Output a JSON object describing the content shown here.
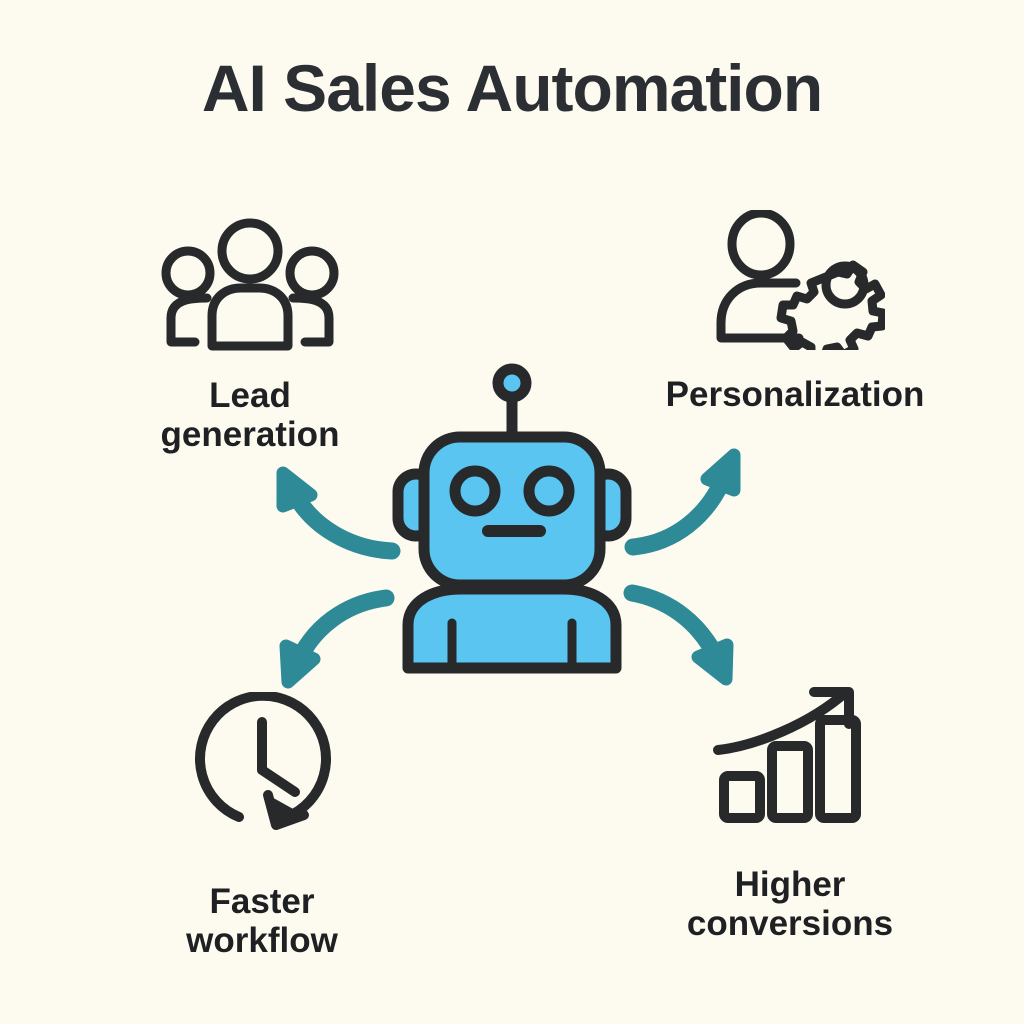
{
  "page": {
    "title": "AI Sales Automation",
    "background_color": "#FDFBF0",
    "text_color": "#2B2F33",
    "accent_blue": "#5BC5F2",
    "accent_blue_dark": "#49B6E8",
    "accent_teal": "#2D8A96",
    "outline_color": "#27292B"
  },
  "center": {
    "name": "robot-mascot",
    "icon": "robot-icon",
    "fill_color": "#5BC5F2",
    "outline_color": "#27292B"
  },
  "arrows": [
    {
      "name": "arrow-to-lead-generation",
      "direction": "up-left",
      "color": "#2D8A96"
    },
    {
      "name": "arrow-to-personalization",
      "direction": "up-right",
      "color": "#2D8A96"
    },
    {
      "name": "arrow-to-faster-workflow",
      "direction": "down-left",
      "color": "#2D8A96"
    },
    {
      "name": "arrow-to-higher-conversions",
      "direction": "down-right",
      "color": "#2D8A96"
    }
  ],
  "nodes": [
    {
      "id": "lead-generation",
      "label": "Lead\ngeneration",
      "icon": "people-group-icon",
      "position": "top-left"
    },
    {
      "id": "personalization",
      "label": "Personalization",
      "icon": "user-gear-icon",
      "position": "top-right"
    },
    {
      "id": "faster-workflow",
      "label": "Faster\nworkflow",
      "icon": "clock-arrow-icon",
      "position": "bottom-left"
    },
    {
      "id": "higher-conversions",
      "label": "Higher\nconversions",
      "icon": "growth-bar-chart-icon",
      "position": "bottom-right"
    }
  ]
}
